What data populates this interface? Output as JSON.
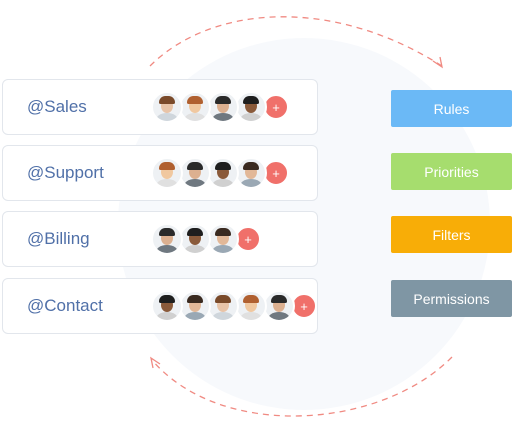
{
  "teams": [
    {
      "label": "@Sales",
      "avatar_count": 4,
      "add_label": "+"
    },
    {
      "label": "@Support",
      "avatar_count": 4,
      "add_label": "+"
    },
    {
      "label": "@Billing",
      "avatar_count": 3,
      "add_label": "+"
    },
    {
      "label": "@Contact",
      "avatar_count": 5,
      "add_label": "+"
    }
  ],
  "tags": [
    {
      "label": "Rules",
      "color": "#6bb9f6"
    },
    {
      "label": "Priorities",
      "color": "#a6dd6e"
    },
    {
      "label": "Filters",
      "color": "#f8ad07"
    },
    {
      "label": "Permissions",
      "color": "#7f96a4"
    }
  ],
  "colors": {
    "accent_arrow": "#f08a82",
    "label_text": "#5070a8",
    "add_badge": "#f0706a"
  }
}
